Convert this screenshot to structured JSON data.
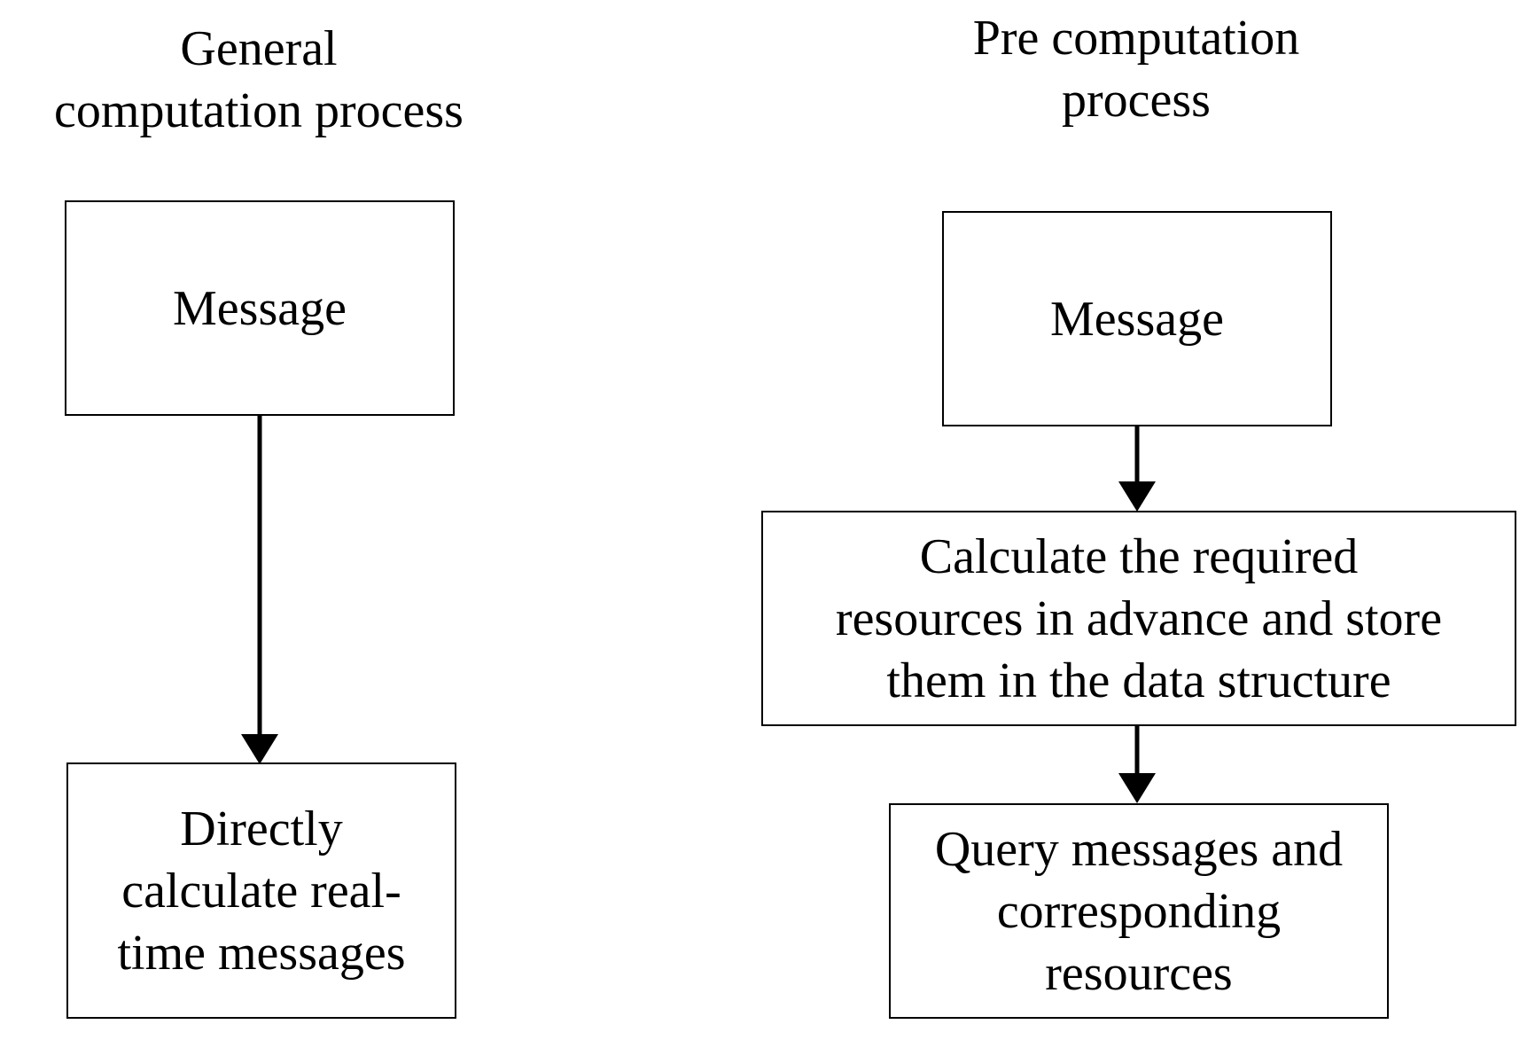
{
  "left": {
    "heading_line1": "General",
    "heading_line2": "computation process",
    "box_message": "Message",
    "box_result_line1": "Directly",
    "box_result_line2": "calculate real-",
    "box_result_line3": "time messages"
  },
  "right": {
    "heading_line1": "Pre computation",
    "heading_line2": "process",
    "box_message": "Message",
    "box_calc_line1": "Calculate the required",
    "box_calc_line2": "resources in advance and store",
    "box_calc_line3": "them in the data structure",
    "box_query_line1": "Query messages and",
    "box_query_line2": "corresponding",
    "box_query_line3": "resources"
  }
}
